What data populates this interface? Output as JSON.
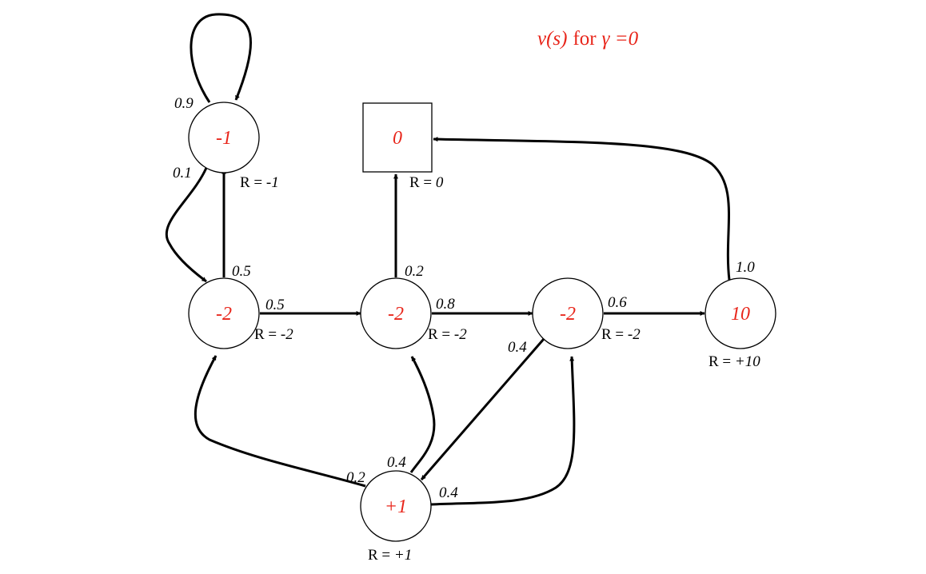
{
  "title": {
    "v_part": "v(s)",
    "for_word": "for",
    "gamma_part": "γ =0"
  },
  "states": {
    "class1": {
      "value": "-2",
      "reward_prefix": "R = ",
      "reward_value": "-2"
    },
    "class2": {
      "value": "-2",
      "reward_prefix": "R = ",
      "reward_value": "-2"
    },
    "class3": {
      "value": "-2",
      "reward_prefix": "R = ",
      "reward_value": "-2"
    },
    "pass": {
      "value": "10",
      "reward_prefix": "R = ",
      "reward_value": "+10"
    },
    "pub": {
      "value": "+1",
      "reward_prefix": "R = ",
      "reward_value": "+1"
    },
    "facebook": {
      "value": "-1",
      "reward_prefix": "R = ",
      "reward_value": "-1"
    },
    "sleep": {
      "value": "0",
      "reward_prefix": "R = ",
      "reward_value": "0"
    }
  },
  "transitions": {
    "facebook_self": "0.9",
    "facebook_to_class1": "0.1",
    "class1_to_facebook": "0.5",
    "class1_to_class2": "0.5",
    "class2_to_sleep": "0.2",
    "class2_to_class3": "0.8",
    "class3_to_pass": "0.6",
    "class3_to_pub": "0.4",
    "pass_to_sleep": "1.0",
    "pub_to_class1": "0.2",
    "pub_to_class2": "0.4",
    "pub_to_class3": "0.4"
  },
  "colors": {
    "value_text": "#e8251a",
    "title_text": "#e8251a",
    "edges": "#000000"
  }
}
